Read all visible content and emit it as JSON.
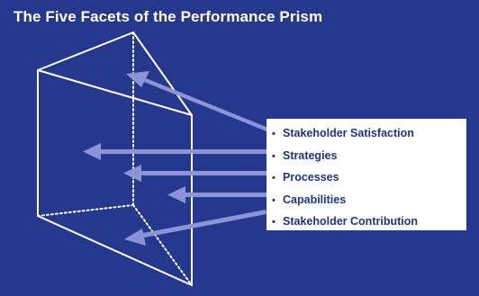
{
  "slide": {
    "title": "The Five Facets of the Performance Prism",
    "background_color": "#25388d",
    "arrow_color": "#8a94d6"
  },
  "facets": [
    {
      "label": "Stakeholder Satisfaction"
    },
    {
      "label": "Strategies"
    },
    {
      "label": "Processes"
    },
    {
      "label": "Capabilities"
    },
    {
      "label": "Stakeholder Contribution"
    }
  ],
  "bullet_glyph": "•"
}
